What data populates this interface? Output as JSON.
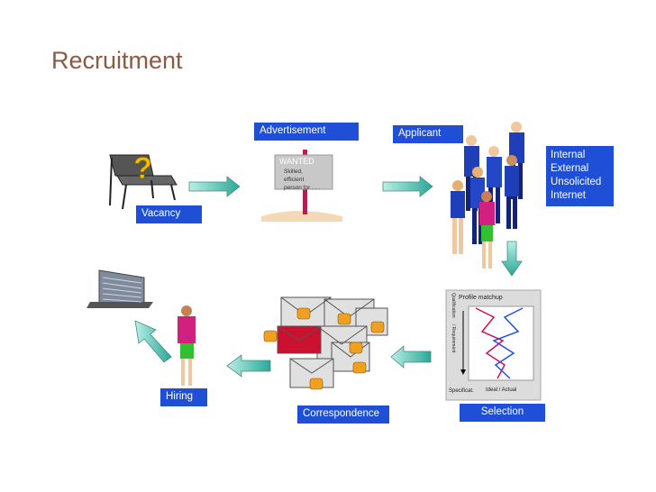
{
  "title": "Recruitment",
  "labels": {
    "vacancy": "Vacancy",
    "advertisement": "Advertisement",
    "applicant": "Applicant",
    "selection": "Selection",
    "correspondence": "Correspondence",
    "hiring": "Hiring"
  },
  "sources": [
    "Internal",
    "External",
    "Unsolicited",
    "Internet"
  ],
  "sign": {
    "heading": "WANTED",
    "lines": [
      "Skilled,",
      "efficient",
      "person for . . ."
    ]
  },
  "profile": {
    "title": "Profile matchup",
    "vertical_label_1": "Qualification",
    "vertical_label_2": "/ Requirement",
    "bottom_left": "Specificat.",
    "bottom_right": "Ideal / Actual"
  },
  "colors": {
    "label_bg": "#1f4fd6",
    "title": "#8b5a44",
    "arrow": "#3cb4a4"
  }
}
